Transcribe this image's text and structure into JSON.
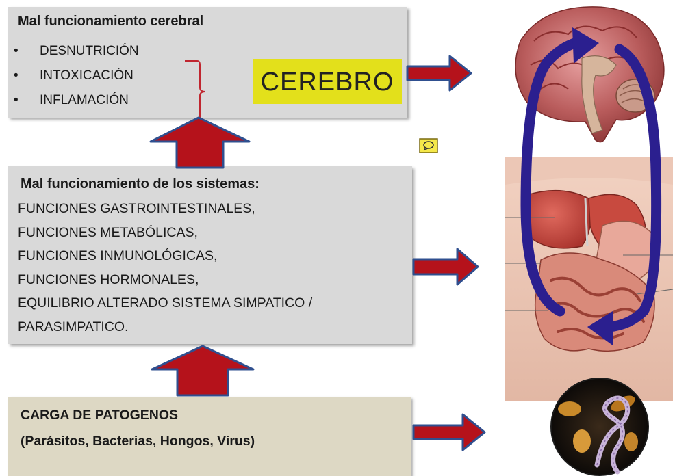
{
  "boxes": {
    "cerebral": {
      "title": "Mal funcionamiento cerebral",
      "bullets": [
        "DESNUTRICIÓN",
        "INTOXICACIÓN",
        "INFLAMACIÓN"
      ],
      "bullet_symbol": "•",
      "highlight_label": "CEREBRO"
    },
    "sistemas": {
      "title": "Mal funcionamiento de los sistemas:",
      "lines": [
        "FUNCIONES GASTROINTESTINALES,",
        "FUNCIONES METABÓLICAS,",
        "FUNCIONES INMUNOLÓGICAS,",
        "FUNCIONES HORMONALES,",
        "EQUILIBRIO ALTERADO SISTEMA SIMPATICO /",
        "PARASIMPATICO."
      ]
    },
    "patogenos": {
      "title": "CARGA DE PATOGENOS",
      "subtitle": " (Parásitos, Bacterias, Hongos, Virus)"
    }
  },
  "colors": {
    "arrow_fill": "#b5121b",
    "arrow_outline": "#2f4f8f",
    "cycle_arrow": "#2b1f8f",
    "label_highlight": "#e3e01b",
    "box_gray": "#d9d9d9",
    "box_tan": "#ddd8c4"
  },
  "images": {
    "brain": "brain-illustration",
    "torso": "abdominal-organs-illustration",
    "microbes": "pathogens-micrograph"
  },
  "icons": {
    "comment": "comment-icon"
  }
}
